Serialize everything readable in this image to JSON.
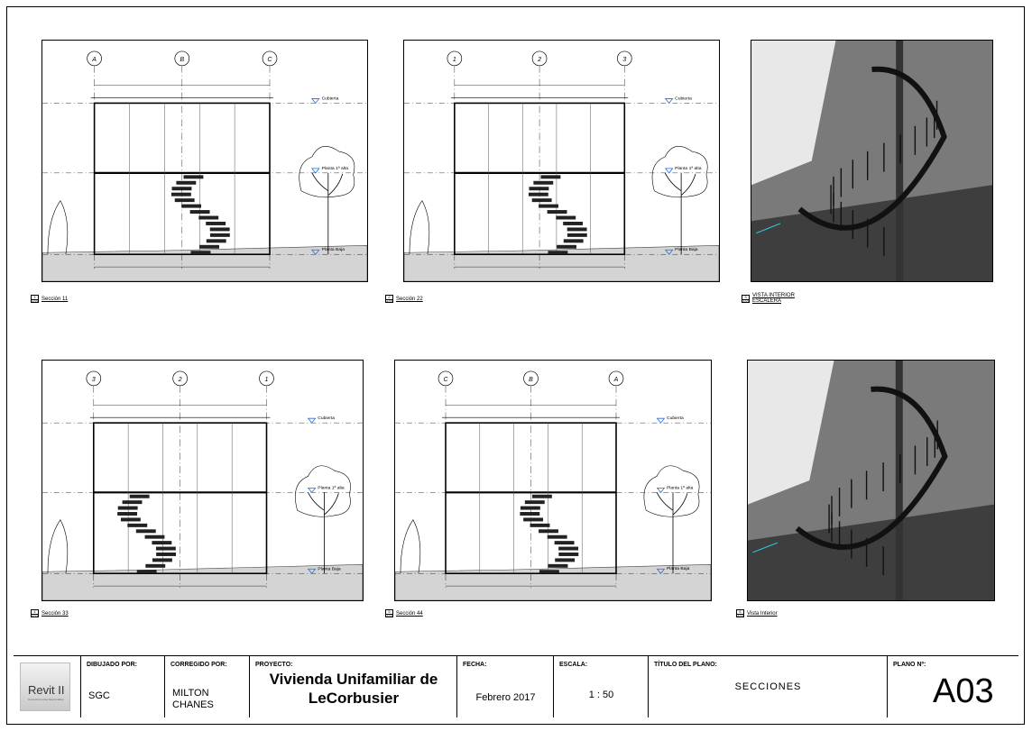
{
  "views": [
    {
      "number": "1",
      "title": "Sección 11",
      "grid": [
        "A",
        "B",
        "C"
      ]
    },
    {
      "number": "2",
      "title": "Sección 22",
      "grid": [
        "1",
        "2",
        "3"
      ]
    },
    {
      "number": "3",
      "title": "Vista interior escalera",
      "grid": []
    },
    {
      "number": "4",
      "title": "Sección 33",
      "grid": [
        "3",
        "2",
        "1"
      ]
    },
    {
      "number": "5",
      "title": "Sección 44",
      "grid": [
        "C",
        "B",
        "A"
      ]
    },
    {
      "number": "6",
      "title": "Vista Interior",
      "grid": []
    }
  ],
  "levels": [
    "Cubierta",
    "Planta 1ª alta",
    "Planta Baja"
  ],
  "titleblock": {
    "logo_name": "Revit II",
    "logo_sub": "Conocimientos Esenciales",
    "drawn_label": "DIBUJADO POR:",
    "drawn_value": "SGC",
    "checked_label": "CORREGIDO POR:",
    "checked_line1": "MILTON",
    "checked_line2": "CHANES",
    "project_label": "PROYECTO:",
    "project_line1": "Vivienda Unifamiliar de",
    "project_line2": "LeCorbusier",
    "date_label": "FECHA:",
    "date_value": "Febrero 2017",
    "scale_label": "ESCALA:",
    "scale_value": "1 : 50",
    "sheet_title_label": "TÍTULO DEL PLANO:",
    "sheet_title_value": "SECCIONES",
    "sheet_no_label": "PLANO Nº:",
    "sheet_no_value": "A03"
  }
}
